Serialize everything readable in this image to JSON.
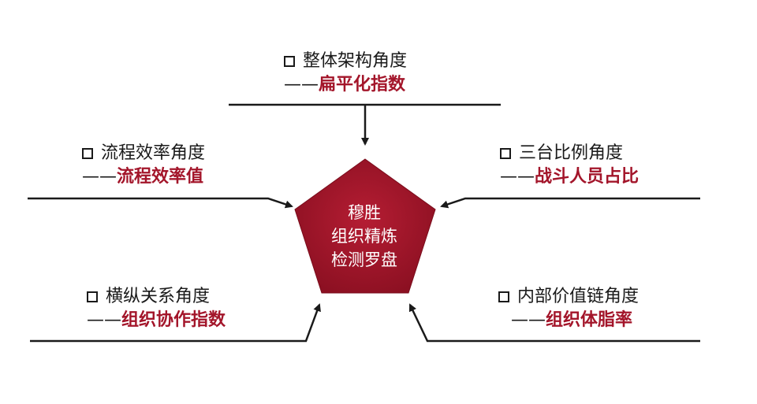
{
  "center": {
    "lines": [
      "穆胜",
      "组织精炼",
      "检测罗盘"
    ]
  },
  "dimensions": [
    {
      "title": "整体架构角度",
      "dash": "——",
      "metric": "扁平化指数"
    },
    {
      "title": "流程效率角度",
      "dash": "——",
      "metric": "流程效率值"
    },
    {
      "title": "三台比例角度",
      "dash": "——",
      "metric": "战斗人员占比"
    },
    {
      "title": "横纵关系角度",
      "dash": "——",
      "metric": "组织协作指数"
    },
    {
      "title": "内部价值链角度",
      "dash": "——",
      "metric": "组织体脂率"
    }
  ],
  "colors": {
    "accent": "#a3152a",
    "pentagon": "#a3152a",
    "line": "#1a1a1a"
  }
}
